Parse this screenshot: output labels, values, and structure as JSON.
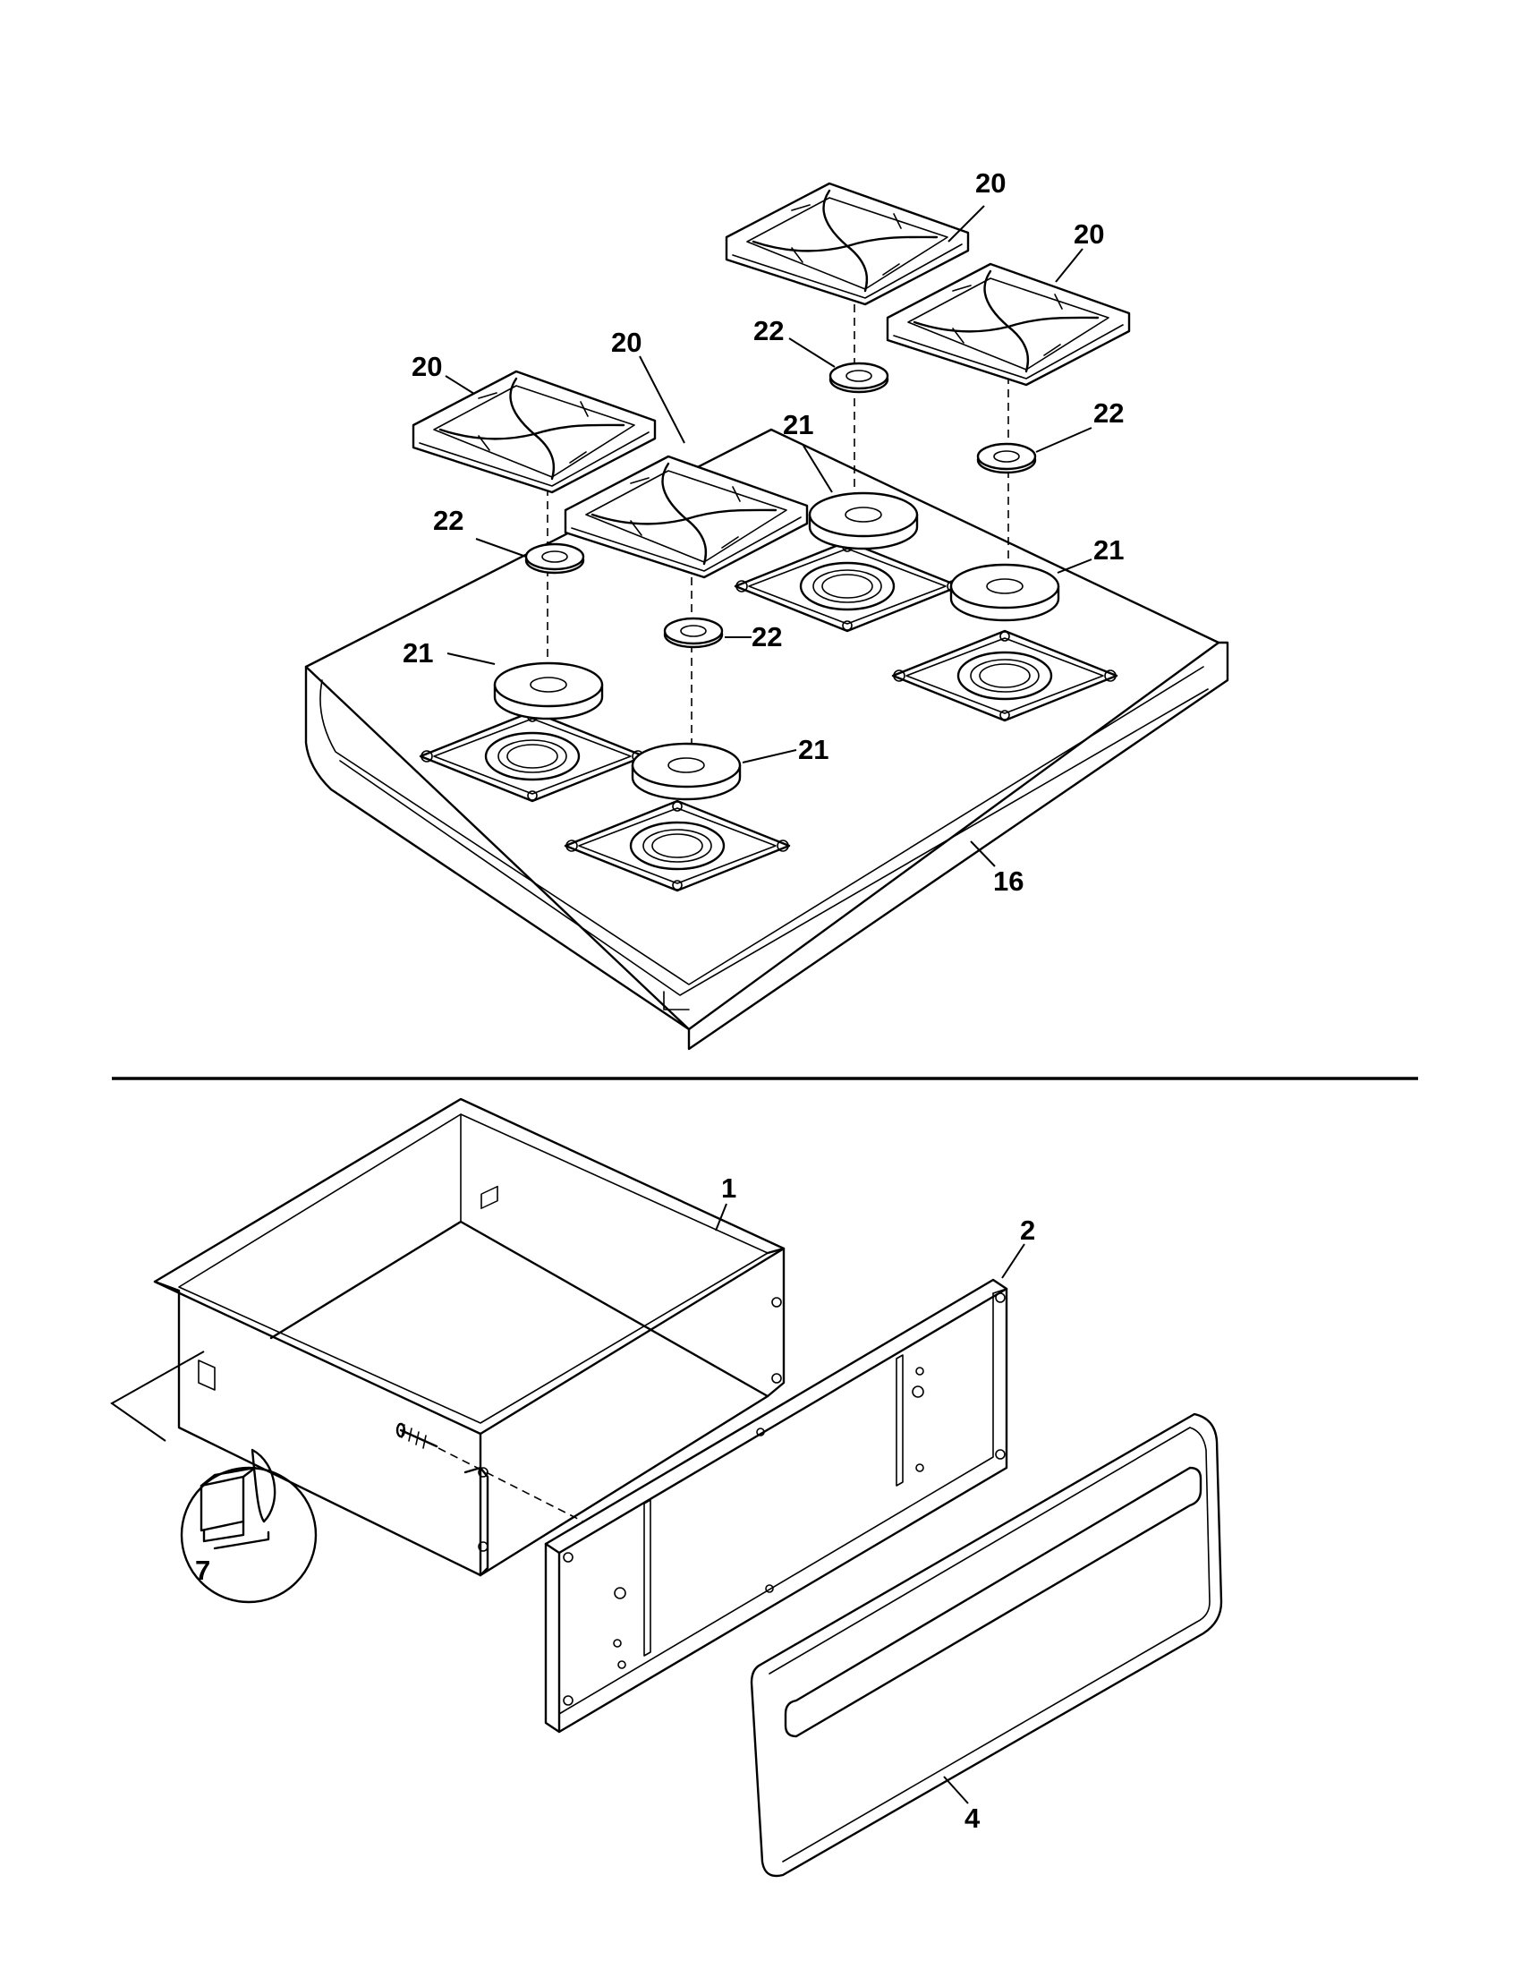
{
  "callouts": {
    "grate_a": "20",
    "grate_b": "20",
    "grate_c": "20",
    "grate_d": "20",
    "cap_a": "22",
    "cap_b": "22",
    "cap_c": "22",
    "cap_d": "22",
    "head_a": "21",
    "head_b": "21",
    "head_c": "21",
    "head_d": "21",
    "cooktop": "16",
    "drawer": "1",
    "drawer_front_frame": "2",
    "drawer_panel": "4",
    "clip": "7"
  }
}
